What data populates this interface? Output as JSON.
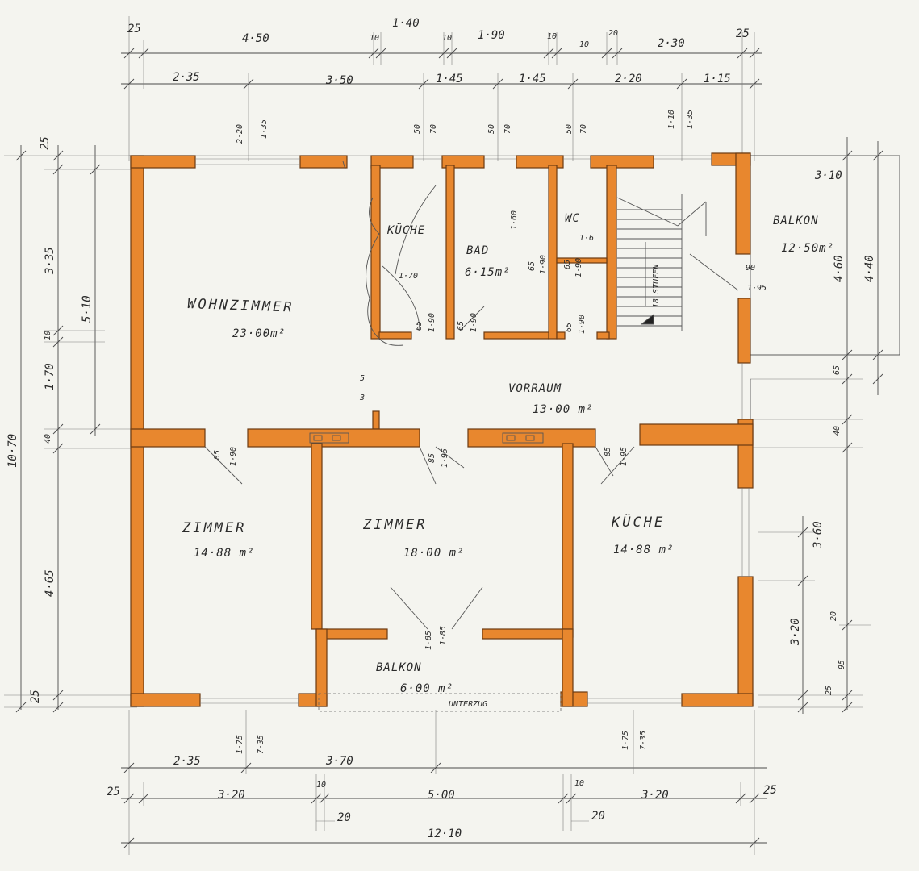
{
  "dimensions": {
    "top_outer": [
      "25",
      "4·50",
      "10",
      "1·40",
      "10",
      "1·90",
      "10",
      "10",
      "20",
      "2·30",
      "25"
    ],
    "top_inner": [
      "2·35",
      "3·50",
      "1·45",
      "1·45",
      "2·20",
      "1·15"
    ],
    "bottom_inner": [
      "2·35",
      "3·70"
    ],
    "bottom_outer": [
      "25",
      "3·20",
      "10",
      "5·00",
      "10",
      "3·20",
      "25"
    ],
    "bottom_small": [
      "20",
      "20"
    ],
    "total_width": "12·10",
    "left_outer": [
      "25",
      "10·70"
    ],
    "left_inner": [
      "3·35",
      "10",
      "1·70",
      "40",
      "4·65",
      "25"
    ],
    "left_window": "5·10",
    "right_side": [
      "3·10",
      "4·40",
      "4·60",
      "65",
      "40",
      "3·60",
      "3·20",
      "20",
      "25",
      "95"
    ],
    "window_top": [
      [
        "2·20",
        "1·35"
      ],
      [
        "50",
        "70"
      ],
      [
        "50",
        "70"
      ],
      [
        "50",
        "70"
      ],
      [
        "1·10",
        "1·35"
      ]
    ],
    "window_bottom": [
      [
        "1·75",
        "7·35"
      ],
      [
        "1·75",
        "7·35"
      ]
    ],
    "misc": {
      "bad_height": "1·60",
      "wc_size": "1·6",
      "kueche_small_height": "1·70",
      "stair_opening": [
        "90",
        "1·95"
      ],
      "wohn_door": [
        "5",
        "3"
      ],
      "doors_row1": [
        [
          "65",
          "1·90"
        ],
        [
          "65",
          "1·90"
        ],
        [
          "65",
          "1·90"
        ],
        [
          "65",
          "1·90"
        ],
        [
          "65",
          "1·90"
        ]
      ],
      "doors_row2": [
        [
          "85",
          "1·90"
        ],
        [
          "85",
          "1·95"
        ],
        [
          "85",
          "1·95"
        ]
      ],
      "balkon_door": [
        "1·85",
        "1·85"
      ]
    }
  },
  "rooms": {
    "wohnzimmer": {
      "label": "WOHNZIMMER",
      "area": "23·00m²"
    },
    "kueche_small": {
      "label": "KÜCHE"
    },
    "bad": {
      "label": "BAD",
      "area": "6·15m²"
    },
    "wc": {
      "label": "WC"
    },
    "balkon_right": {
      "label": "BALKON",
      "area": "12·50m²"
    },
    "stufen": {
      "label": "18 STUFEN"
    },
    "vorraum": {
      "label": "VORRAUM",
      "area": "13·00 m²"
    },
    "zimmer_left": {
      "label": "ZIMMER",
      "area": "14·88 m²"
    },
    "zimmer_mid": {
      "label": "ZIMMER",
      "area": "18·00 m²"
    },
    "kueche_big": {
      "label": "KÜCHE",
      "area": "14·88 m²"
    },
    "balkon_bottom": {
      "label": "BALKON",
      "area": "6·00 m²"
    },
    "unterzug": {
      "label": "UNTERZUG"
    }
  },
  "colors": {
    "wall": "#e8872e",
    "paper": "#f4f4ef",
    "pencil": "#4a4a4a"
  }
}
